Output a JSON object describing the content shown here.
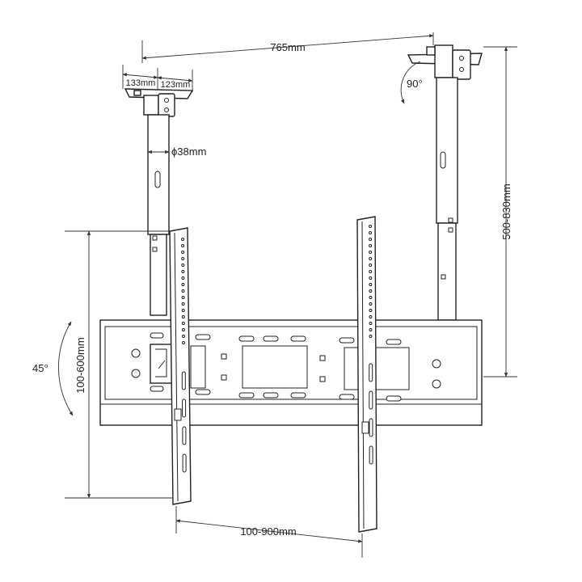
{
  "dimensions": {
    "ceiling_span": "765mm",
    "plate_left": "133mm",
    "plate_right": "123mm",
    "pole_diameter": "38mm",
    "pole_diameter_symbol": "ϕ",
    "pole_length": "500-830mm",
    "vertical_hole_spacing": "100-600mm",
    "horizontal_hole_spacing": "100-900mm"
  },
  "angles": {
    "swivel": "90°",
    "tilt": "45°"
  }
}
